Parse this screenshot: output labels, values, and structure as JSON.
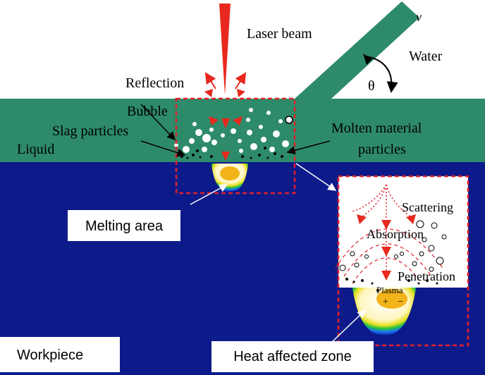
{
  "labels": {
    "laser_beam": "Laser beam",
    "velocity": "v",
    "water": "Water",
    "angle": "θ",
    "reflection": "Reflection",
    "bubble": "Bubble",
    "slag_particles": "Slag particles",
    "liquid": "Liquid",
    "molten_line1": "Molten material",
    "molten_line2": "particles",
    "melting_area": "Melting area",
    "workpiece": "Workpiece",
    "heat_affected_zone": "Heat affected zone",
    "scattering": "Scattering",
    "absorption": "Absorption",
    "penetration": "Penetration",
    "plasma": "Plasma",
    "plus": "+",
    "minus": "−"
  },
  "colors": {
    "workpiece": "#0c1a8a",
    "liquid": "#2e8b6a",
    "laser": "#e8281e",
    "molten_pool": "#f2b41a",
    "dashed_box": "#e0202a"
  }
}
